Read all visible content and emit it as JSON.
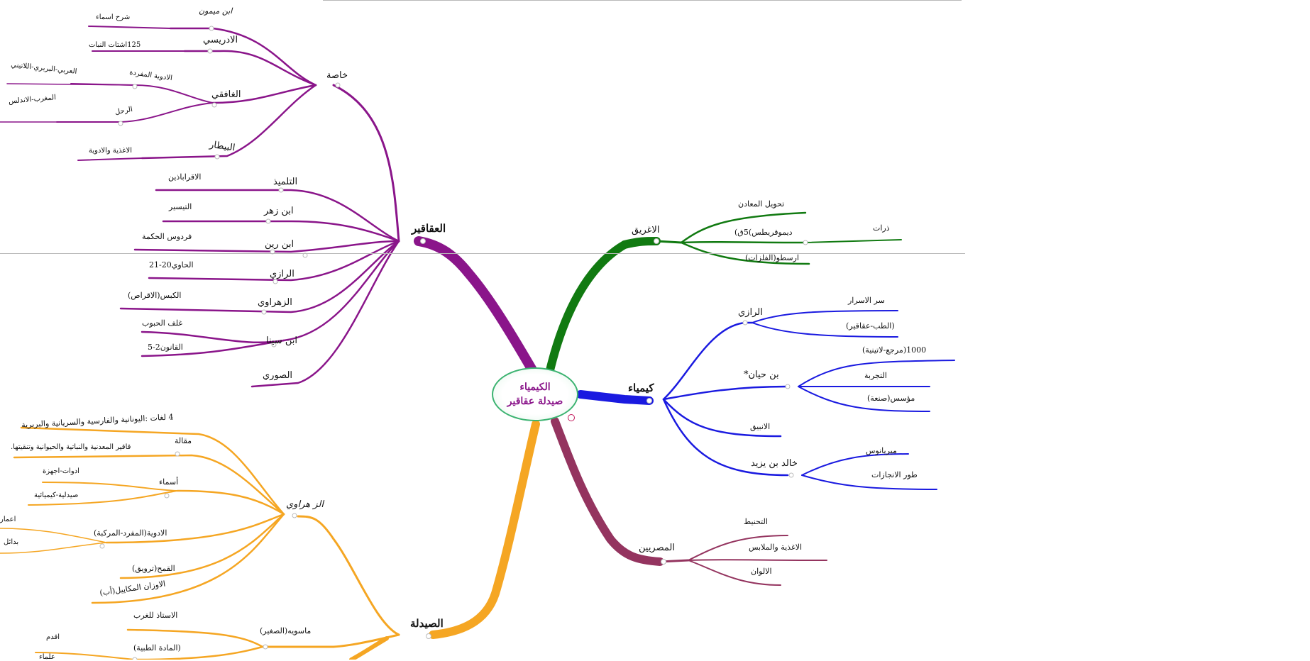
{
  "center": {
    "line1": "الكيمياء",
    "line2": "صيدلة عقاقير"
  },
  "colors": {
    "purple": "#8a158a",
    "green": "#117a11",
    "blue": "#1a1ae0",
    "orange": "#f5a623",
    "maroon": "#94345f"
  },
  "branches": {
    "aqaqir": {
      "label": "العقاقير",
      "khassa": {
        "label": "خاصة",
        "ibn_maymun": {
          "label": "ابن ميمون",
          "child": "شرح اسماء"
        },
        "idrisi": {
          "label": "الادريسي",
          "child": "125اشتات النبات"
        },
        "ghafiqi": {
          "label": "الغافقي",
          "adwiya": {
            "label": "الادوية المفردة",
            "child": "العربي-البربري-اللاتيني"
          },
          "rihla": {
            "label": "الرحل",
            "child": "المغرب-الاندلس"
          }
        },
        "baytar": {
          "label": "البيطار",
          "child": "الاغذية والادوية"
        }
      },
      "tilmidh": {
        "label": "التلميذ",
        "child": "الاقراباذين"
      },
      "ibn_zuhr": {
        "label": "ابن زهر",
        "child": "التيسير"
      },
      "ibn_rabn": {
        "label": "ابن رين",
        "child": "فردوس الحكمة"
      },
      "razi": {
        "label": "الرازي",
        "child": "الحاوي20-21"
      },
      "zahrawi": {
        "label": "الزهراوي",
        "child": "الكبس(الاقراص)"
      },
      "ibn_sina": {
        "label": "ابن سينا",
        "child1": "غلف الحبوب",
        "child2": "القانون2-5"
      },
      "suri": {
        "label": "الصوري"
      }
    },
    "ighriq": {
      "label": "الاغريق",
      "tahwil": "تحويل المعادن",
      "demokritos": {
        "label": "ديموقريطس)5ق)",
        "child": "ذرات"
      },
      "aristo": "ارسطو(الفلزات)"
    },
    "kimiya": {
      "label": "كيمياء",
      "razi": {
        "label": "الرازي",
        "children": [
          "سر الاسرار",
          "(الطب-عقاقير)"
        ]
      },
      "hayyan": {
        "label": "بن حيان*",
        "children": [
          "1000(مرجع-لاتينية)",
          "التجربة",
          "مؤسس(صنعة)"
        ]
      },
      "anbiq": "الانبيق",
      "khalid": {
        "label": "خالد بن يزيد",
        "children": [
          "ميريانوس",
          "طور الانجازات"
        ]
      }
    },
    "misriyin": {
      "label": "المصريين",
      "children": [
        "التحنيط",
        "الاغذية والملابس",
        "الالوان"
      ]
    },
    "saydala": {
      "label": "الصيدلة",
      "zahrawi": {
        "label": "الز هراوي",
        "lughat": "4 لغات :اليونانية والفارسية والسريانية والبربرية",
        "maqala": {
          "label": "مقالة",
          "child": "قاقير المعدنية والنباتية والحيوانية وتنقيتها."
        },
        "asma": {
          "label": "أسماء",
          "children": [
            "ادوات-اجهزة",
            "صيدلية-كيميائية"
          ]
        },
        "adwiya": {
          "label": "الادوية(المفرد-المركبة)",
          "children": [
            "اعمار",
            "بدائل"
          ]
        },
        "qamh": "القمح(ترويق)",
        "awzan": "الاوزان المكاييل(أب)"
      },
      "masawayh": {
        "label": "ماسويه(الصغير)",
        "ustadh": "الاستاذ للغرب",
        "madda": {
          "label": "(المادة الطبية)",
          "children": [
            "اقدم",
            "علماء"
          ]
        }
      }
    }
  }
}
